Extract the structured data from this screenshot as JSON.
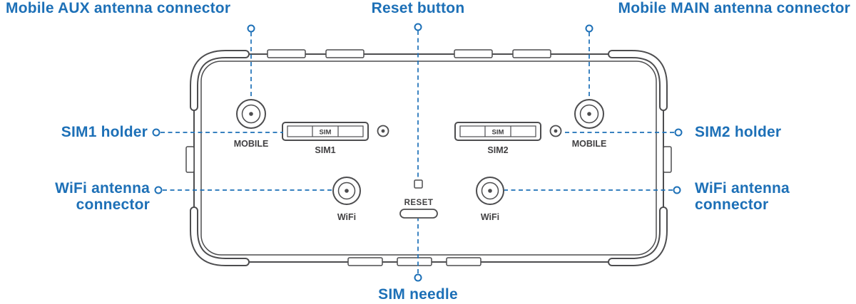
{
  "colors": {
    "accent": "#1d70b7",
    "outline": "#4d4d4f"
  },
  "callouts": {
    "mobile_aux": "Mobile AUX antenna connector",
    "reset": "Reset button",
    "mobile_main": "Mobile MAIN antenna connector",
    "sim1": "SIM1 holder",
    "sim2": "SIM2 holder",
    "wifi_left_l1": "WiFi antenna",
    "wifi_left_l2": "connector",
    "wifi_right_l1": "WiFi antenna",
    "wifi_right_l2": "connector",
    "sim_needle": "SIM needle"
  },
  "device": {
    "mobile_left": "MOBILE",
    "mobile_right": "MOBILE",
    "sim1": "SIM1",
    "sim2": "SIM2",
    "sim_tray_left": "SIM",
    "sim_tray_right": "SIM",
    "wifi_left": "WiFi",
    "wifi_right": "WiFi",
    "reset": "RESET"
  }
}
